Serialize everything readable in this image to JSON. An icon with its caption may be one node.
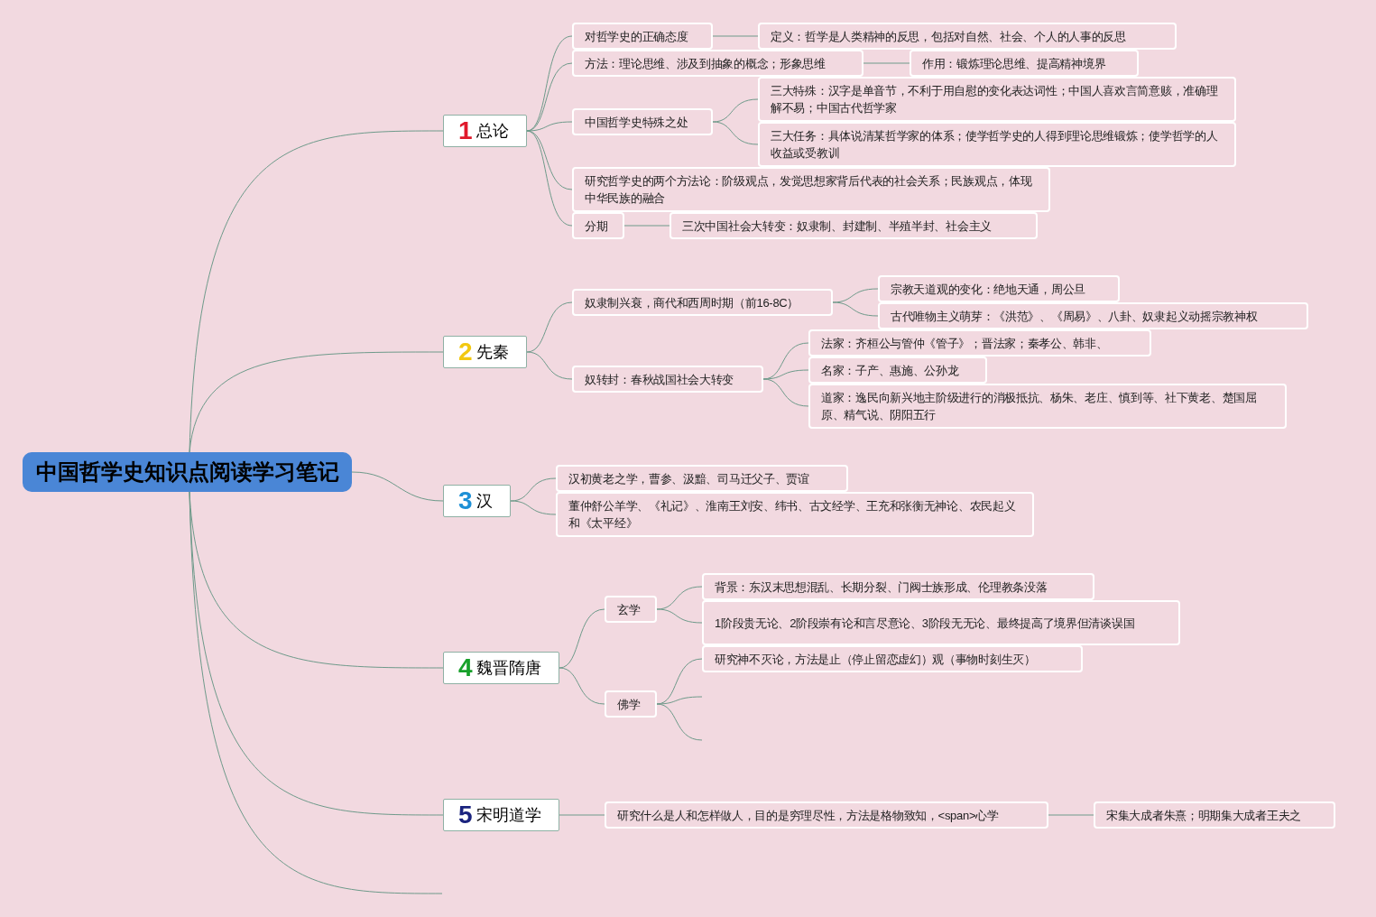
{
  "diagram": {
    "nodes": [
      {
        "text": [
          "中国哲学史知识点阅读学习笔记"
        ]
      },
      {
        "text": [
          "1",
          "总论"
        ]
      },
      {
        "text": [
          "对哲学史的正确态度"
        ]
      },
      {
        "text": [
          "定义：哲学是人类精神的反思，包括对自然、社会、个人的人事的反思"
        ]
      },
      {
        "text": [
          "方法：理论思维、涉及到抽象的概念；形象思维"
        ]
      },
      {
        "text": [
          "作用：锻炼理论思维、提高精神境界"
        ]
      },
      {
        "text": [
          "中国哲学史特殊之处"
        ]
      },
      {
        "text": [
          "三大特殊：汉字是单音节，不利于用自慰的变化表达词性；中国人喜欢言简意赅，准确理解不易；中国古代哲学家"
        ]
      },
      {
        "text": [
          "三大任务：具体说清某哲学家的体系；使学哲学史的人得到理论思维锻炼；使学哲学的人收益或受教训"
        ]
      },
      {
        "text": [
          "研究哲学史的两个方法论：阶级观点，发觉思想家背后代表的社会关系；民族观点，体现中华民族的融合"
        ]
      },
      {
        "text": [
          "分期"
        ]
      },
      {
        "text": [
          "三次中国社会大转变：奴隶制、封建制、半殖半封、社会主义"
        ]
      },
      {
        "text": [
          "2",
          "先秦"
        ]
      },
      {
        "text": [
          "奴隶制兴衰，商代和西周时期（前16-8C）"
        ]
      },
      {
        "text": [
          "宗教天道观的变化：绝地天通，周公旦"
        ]
      },
      {
        "text": [
          "古代唯物主义萌芽：《洪范》、《周易》、八卦、奴隶起义动摇宗教神权"
        ]
      },
      {
        "text": [
          "奴转封：春秋战国社会大转变"
        ]
      },
      {
        "text": [
          "法家：齐桓公与管仲《管子》；晋法家；秦孝公、韩非、"
        ]
      },
      {
        "text": [
          "名家：子产、惠施、公孙龙"
        ]
      },
      {
        "text": [
          "道家：逸民向新兴地主阶级进行的消极抵抗、杨朱、老庄、慎到等、社下黄老、楚国屈原、精气说、阴阳五行"
        ]
      },
      {
        "text": [
          "3",
          "汉"
        ]
      },
      {
        "text": [
          "汉初黄老之学，曹参、汲黯、司马迁父子、贾谊"
        ]
      },
      {
        "text": [
          "董仲舒公羊学、《礼记》、淮南王刘安、纬书、古文经学、王充和张衡无神论、农民起义和《太平经》"
        ]
      },
      {
        "text": [
          "4",
          "魏晋隋唐"
        ]
      },
      {
        "text": [
          "玄学"
        ]
      },
      {
        "text": [
          "背景：东汉末思想混乱、长期分裂、门阀士族形成、伦理教条没落"
        ]
      },
      {
        "text": [
          "1阶段贵无论、2阶段崇有论和言尽意论、3阶段无无论、最终提高了境界但清谈误国"
        ]
      },
      {
        "text": [
          "佛学"
        ]
      },
      {
        "text": [
          "研究神不灭论，方法是止（停止留恋虚幻）观（事物时刻生灭）"
        ]
      },
      {
        "text": [
          "5",
          "宋明道学"
        ]
      },
      {
        "text": [
          "研究什么是人和怎样做人，目的是穷理尽性，方法是格物致知，<span>心学"
        ]
      },
      {
        "text": [
          "宋集大成者朱熹；明期集大成者王夫之"
        ]
      }
    ],
    "edges": [
      {
        "from": 0,
        "to": 1,
        "arrow": "none"
      },
      {
        "from": 0,
        "to": 12,
        "arrow": "none"
      },
      {
        "from": 0,
        "to": 20,
        "arrow": "none"
      },
      {
        "from": 0,
        "to": 23,
        "arrow": "none"
      },
      {
        "from": 0,
        "to": 29,
        "arrow": "none"
      },
      {
        "from": 0,
        "to": null,
        "arrow": "none"
      },
      {
        "from": 1,
        "to": 2,
        "arrow": "none"
      },
      {
        "from": 1,
        "to": 4,
        "arrow": "none"
      },
      {
        "from": 1,
        "to": 6,
        "arrow": "none"
      },
      {
        "from": 1,
        "to": 9,
        "arrow": "none"
      },
      {
        "from": 1,
        "to": 10,
        "arrow": "none"
      },
      {
        "from": 2,
        "to": 3,
        "arrow": "none"
      },
      {
        "from": 4,
        "to": 5,
        "arrow": "none"
      },
      {
        "from": 6,
        "to": 7,
        "arrow": "none"
      },
      {
        "from": 6,
        "to": 8,
        "arrow": "none"
      },
      {
        "from": 10,
        "to": 11,
        "arrow": "none"
      },
      {
        "from": 12,
        "to": 13,
        "arrow": "none"
      },
      {
        "from": 12,
        "to": 16,
        "arrow": "none"
      },
      {
        "from": 13,
        "to": 14,
        "arrow": "none"
      },
      {
        "from": 13,
        "to": 15,
        "arrow": "none"
      },
      {
        "from": 16,
        "to": 17,
        "arrow": "none"
      },
      {
        "from": 16,
        "to": 18,
        "arrow": "none"
      },
      {
        "from": 16,
        "to": 19,
        "arrow": "none"
      },
      {
        "from": 20,
        "to": 21,
        "arrow": "none"
      },
      {
        "from": 20,
        "to": 22,
        "arrow": "none"
      },
      {
        "from": 23,
        "to": 24,
        "arrow": "none"
      },
      {
        "from": 23,
        "to": 27,
        "arrow": "none"
      },
      {
        "from": 24,
        "to": 25,
        "arrow": "none"
      },
      {
        "from": 24,
        "to": 26,
        "arrow": "none"
      },
      {
        "from": 27,
        "to": 28,
        "arrow": "none"
      },
      {
        "from": 27,
        "to": null,
        "arrow": "none"
      },
      {
        "from": 27,
        "to": null,
        "arrow": "none"
      },
      {
        "from": 29,
        "to": 30,
        "arrow": "none"
      },
      {
        "from": 30,
        "to": 31,
        "arrow": "none"
      }
    ]
  }
}
